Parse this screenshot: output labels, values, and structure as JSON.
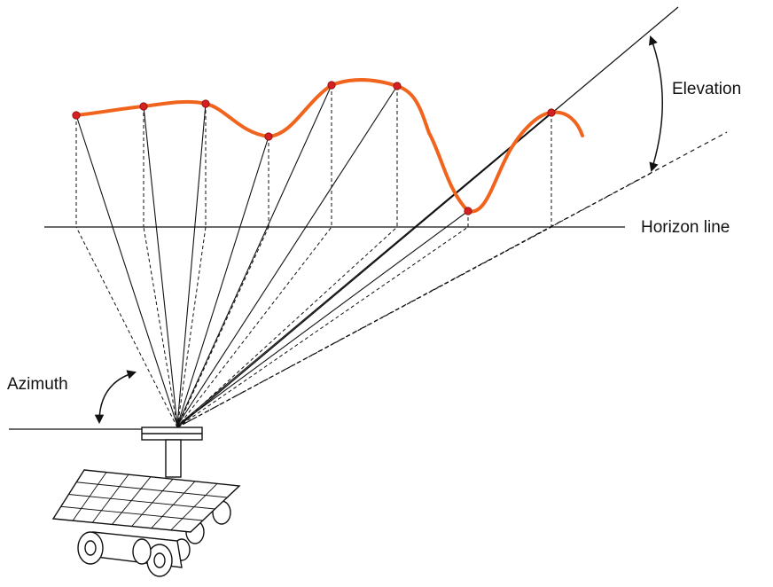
{
  "labels": {
    "elevation": "Elevation",
    "horizon_line": "Horizon line",
    "azimuth": "Azimuth"
  },
  "colors": {
    "profile_curve": "#f0641e",
    "profile_point": "#d42020",
    "line": "#111111",
    "background": "#ffffff"
  },
  "icons": {
    "rover": "rover-icon",
    "elevation_arc": "elevation-arrow-icon",
    "azimuth_arc": "azimuth-arrow-icon"
  }
}
